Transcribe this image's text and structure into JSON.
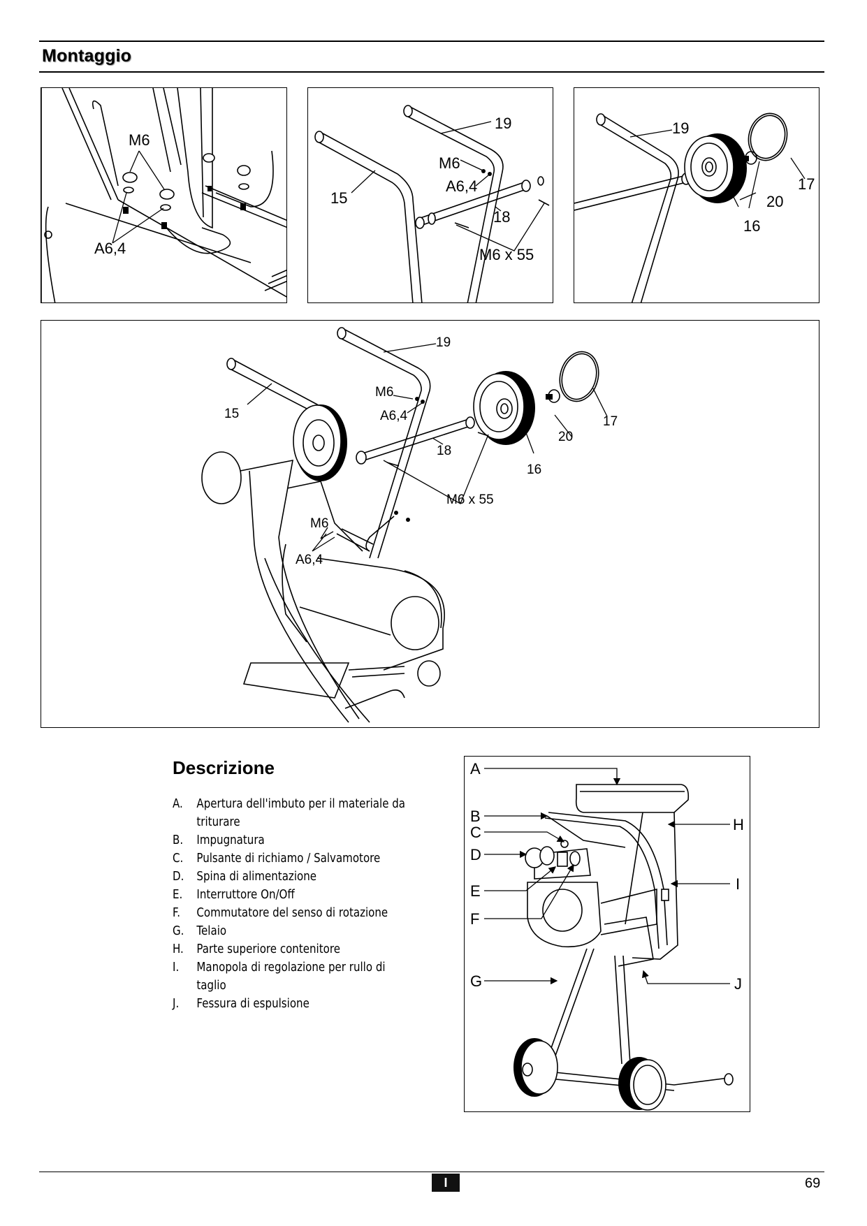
{
  "header": {
    "title": "Montaggio"
  },
  "figures": {
    "fig1": {
      "labels": {
        "nut": "M6",
        "washer": "A6,4"
      }
    },
    "fig2": {
      "labels": {
        "handle_right": "19",
        "nut": "M6",
        "washer": "A6,4",
        "handle_left": "15",
        "axle": "18",
        "bolt": "M6 x 55"
      }
    },
    "fig3": {
      "labels": {
        "handle": "19",
        "wheel": "16",
        "screw": "20",
        "cap": "17"
      }
    },
    "fig4": {
      "labels": {
        "handle_right": "19",
        "nut_top": "M6",
        "washer_top": "A6,4",
        "handle_left": "15",
        "axle": "18",
        "screw": "20",
        "cap": "17",
        "wheel": "16",
        "bolt": "M6 x 55",
        "nut_bottom": "M6",
        "washer_bottom": "A6,4"
      }
    },
    "fig5": {
      "callouts": [
        "A",
        "B",
        "C",
        "D",
        "E",
        "F",
        "G",
        "H",
        "I",
        "J"
      ]
    }
  },
  "description": {
    "title": "Descrizione",
    "items": [
      {
        "letter": "A.",
        "text": "Apertura dell'imbuto per il materiale da triturare"
      },
      {
        "letter": "B.",
        "text": "Impugnatura"
      },
      {
        "letter": "C.",
        "text": "Pulsante di richiamo / Salvamotore"
      },
      {
        "letter": "D.",
        "text": "Spina di alimentazione"
      },
      {
        "letter": "E.",
        "text": "Interruttore On/Off"
      },
      {
        "letter": "F.",
        "text": "Commutatore del senso di rotazione"
      },
      {
        "letter": "G.",
        "text": "Telaio"
      },
      {
        "letter": "H.",
        "text": "Parte superiore contenitore"
      },
      {
        "letter": "I.",
        "text": "Manopola di regolazione per rullo di taglio"
      },
      {
        "letter": "J.",
        "text": "Fessura di espulsione"
      }
    ]
  },
  "footer": {
    "language_badge": "I",
    "page_number": "69"
  }
}
